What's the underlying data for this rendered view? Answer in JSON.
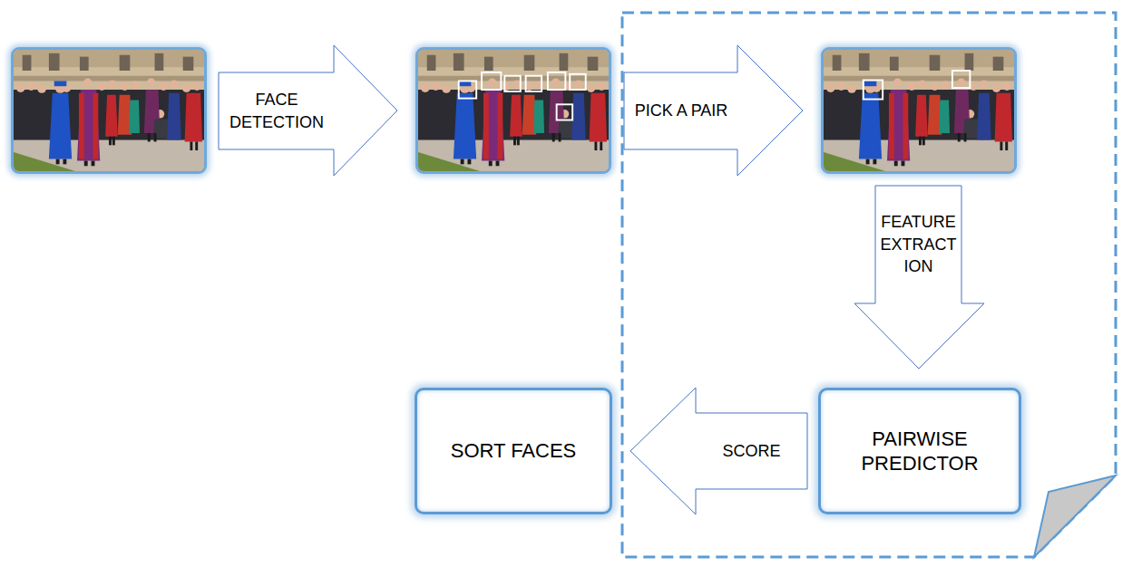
{
  "diagram": {
    "nodes": [
      {
        "text": [
          "PAIRWISE PREDICTOR"
        ]
      },
      {
        "text": [
          "SORT FACES"
        ]
      }
    ],
    "edges": [
      {
        "from": 0,
        "to": 1,
        "label": "SCORE",
        "arrow": "to"
      }
    ],
    "labels": [
      "FACE DETECTION",
      "PICK A PAIR",
      "FEATURE EXTRACT ION"
    ]
  }
}
